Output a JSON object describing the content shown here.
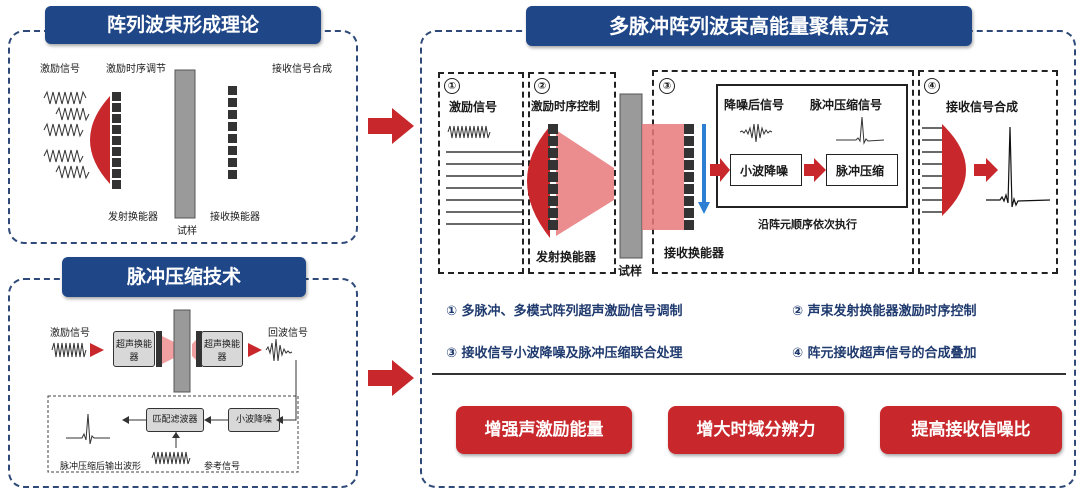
{
  "panel_tl": {
    "title": "阵列波束形成理论",
    "excite_label": "激励信号",
    "timing_label": "激励时序调节",
    "receive_combine_label": "接收信号合成",
    "tx_label": "发射换能器",
    "specimen_label": "试样",
    "rx_label": "接收换能器"
  },
  "panel_bl": {
    "title": "脉冲压缩技术",
    "excite_label": "激励信号",
    "echo_label": "回波信号",
    "us_transducer_1": "超声换能器",
    "us_transducer_2": "超声换能器",
    "matched_filter": "匹配滤波器",
    "wavelet_denoise": "小波降噪",
    "output_label": "脉冲压缩后输出波形",
    "ref_label": "参考信号"
  },
  "panel_right": {
    "title": "多脉冲阵列波束高能量聚焦方法",
    "box1_num": "①",
    "box1_label": "激励信号",
    "box2_num": "②",
    "box2_label": "激励时序控制",
    "box2_bottom": "发射换能器",
    "specimen_label": "试样",
    "box3_num": "③",
    "denoised_label": "降噪后信号",
    "pc_signal_label": "脉冲压缩信号",
    "wavelet_box": "小波降噪",
    "pc_box": "脉冲压缩",
    "sequence_label": "沿阵元顺序依次执行",
    "rx_label": "接收换能器",
    "box4_num": "④",
    "box4_label": "接收信号合成",
    "steps": [
      "① 多脉冲、多模式阵列超声激励信号调制",
      "② 声束发射换能器激励时序控制",
      "③ 接收信号小波降噪及脉冲压缩联合处理",
      "④ 阵元接收超声信号的合成叠加"
    ],
    "results": [
      "增强声激励能量",
      "增大时域分辨力",
      "提高接收信噪比"
    ]
  },
  "colors": {
    "title_bg": "#1f4788",
    "accent_red": "#c8282c",
    "panel_border": "#2f4a78"
  }
}
